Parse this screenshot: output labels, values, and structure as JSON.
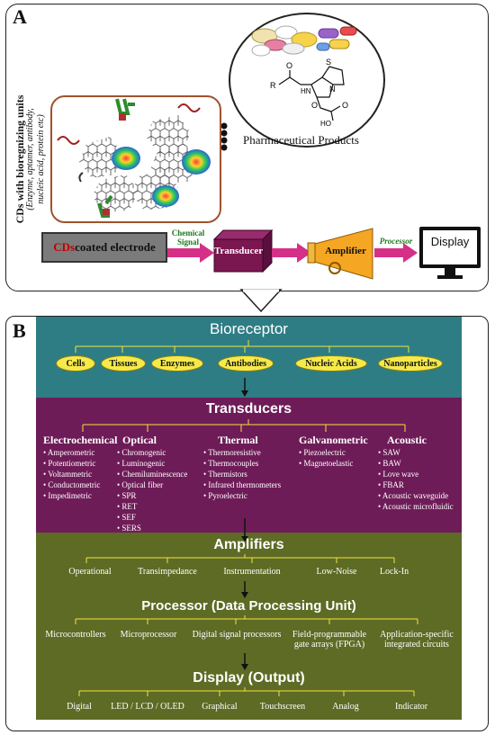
{
  "panel_a": {
    "label": "A",
    "cd_vertical_title": "CDs with bioregnizing units",
    "cd_vertical_subtitle_1": "(Enzyme, aptamer, antibody,",
    "cd_vertical_subtitle_2": "nucleic acid, protein etc)",
    "pharma_label": "Pharmaceutical Products",
    "electrode_prefix": "CDs",
    "electrode_rest": " coated electrode",
    "chemical_signal_1": "Chemical",
    "chemical_signal_2": "Signal",
    "transducer": "Transducer",
    "amplifier": "Amplifier",
    "processor": "Processor",
    "display": "Display",
    "colors": {
      "transducer": "#7a1650",
      "arrow": "#d62f87",
      "amplifier": "#f5a623",
      "green_text": "#1b7a1b",
      "cd_border": "#a0522d"
    }
  },
  "panel_b": {
    "label": "B",
    "bioreceptor": {
      "title": "Bioreceptor",
      "items": [
        "Cells",
        "Tissues",
        "Enzymes",
        "Antibodies",
        "Nucleic Acids",
        "Nanoparticles"
      ]
    },
    "transducers": {
      "title": "Transducers",
      "categories": [
        {
          "name": "Electrochemical",
          "items": [
            "Amperometric",
            "Potentiometric",
            "Voltammetric",
            "Conductometric",
            "Impedimetric"
          ]
        },
        {
          "name": "Optical",
          "items": [
            "Chromogenic",
            "Luminogenic",
            "Chemiluminescence",
            "Optical fiber",
            "SPR",
            "RET",
            "SEF",
            "SERS"
          ]
        },
        {
          "name": "Thermal",
          "items": [
            "Thermoresistive",
            "Thermocouples",
            "Thermistors",
            "Infrared thermometers",
            "Pyroelectric"
          ]
        },
        {
          "name": "Galvanometric",
          "items": [
            "Piezoelectric",
            "Magnetoelastic"
          ]
        },
        {
          "name": "Acoustic",
          "items": [
            "SAW",
            "BAW",
            "Love wave",
            "FBAR",
            "Acoustic waveguide",
            "Acoustic microfluidic"
          ]
        }
      ]
    },
    "amplifiers": {
      "title": "Amplifiers",
      "items": [
        "Operational",
        "Transimpedance",
        "Instrumentation",
        "Low-Noise",
        "Lock-In"
      ]
    },
    "processor": {
      "title": "Processor (Data Processing Unit)",
      "items": [
        {
          "line1": "Microcontrollers",
          "line2": ""
        },
        {
          "line1": "Microprocessor",
          "line2": ""
        },
        {
          "line1": "Digital signal processors",
          "line2": ""
        },
        {
          "line1": "Field-programmable",
          "line2": "gate arrays (FPGA)"
        },
        {
          "line1": "Application-specific",
          "line2": "integrated circuits"
        }
      ]
    },
    "display": {
      "title": "Display (Output)",
      "items": [
        "Digital",
        "LED / LCD / OLED",
        "Graphical",
        "Touchscreen",
        "Analog",
        "Indicator"
      ]
    },
    "colors": {
      "teal": "#2e7d84",
      "purple": "#6e1c58",
      "olive": "#5d6b25",
      "chip": "#f6ea4b"
    }
  }
}
